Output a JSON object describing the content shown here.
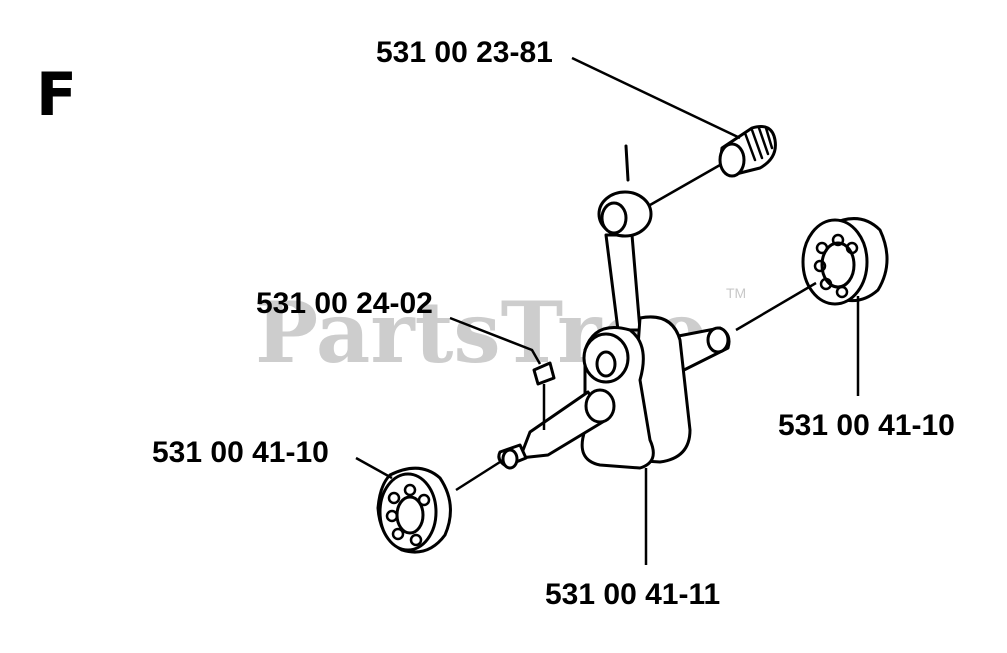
{
  "section_letter": "F",
  "watermark": {
    "text": "PartsTree",
    "trademark": "TM"
  },
  "parts": [
    {
      "id": "needle-bearing",
      "label": "531 00 23-81"
    },
    {
      "id": "key",
      "label": "531 00 24-02"
    },
    {
      "id": "bearing-left",
      "label": "531 00 41-10"
    },
    {
      "id": "bearing-right",
      "label": "531 00 41-10"
    },
    {
      "id": "crankshaft",
      "label": "531 00 41-11"
    }
  ]
}
